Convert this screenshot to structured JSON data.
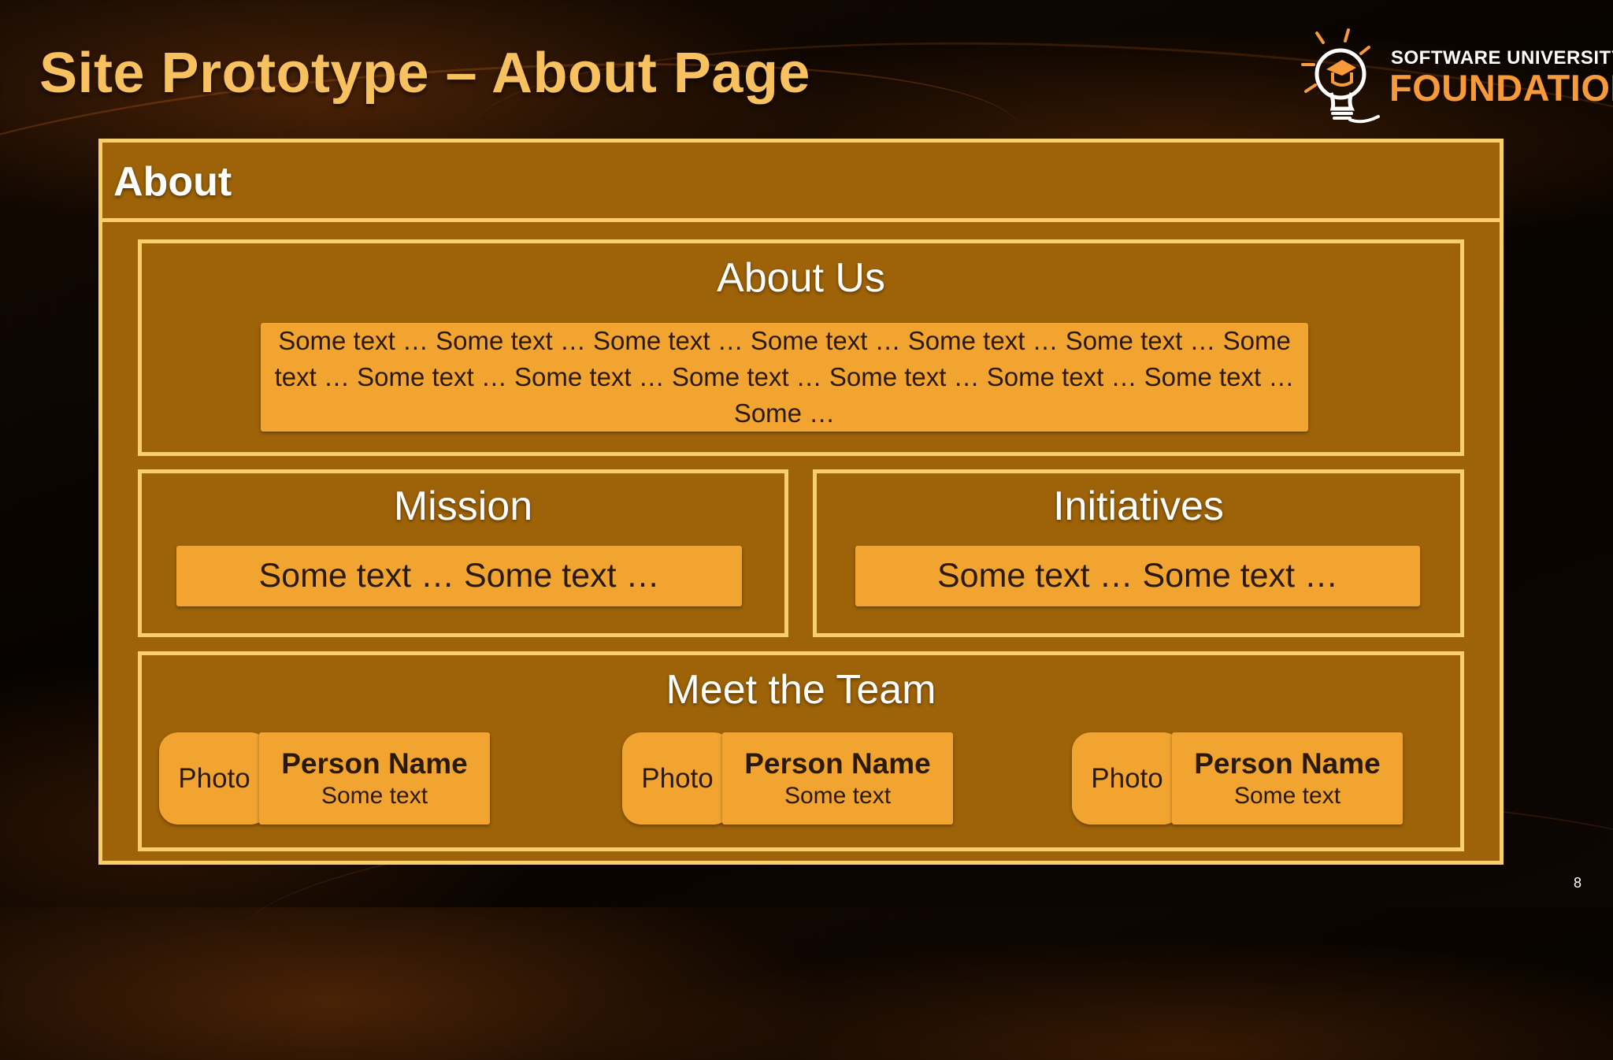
{
  "slide": {
    "title": "Site Prototype – About Page",
    "page_number": "8"
  },
  "logo": {
    "line1": "SOFTWARE UNIVERSITY",
    "line2": "FOUNDATION"
  },
  "prototype": {
    "header_label": "About",
    "about_us": {
      "title": "About Us",
      "text": "Some text … Some text … Some text … Some text … Some text … Some text … Some text … Some text … Some text … Some text … Some text … Some text … Some text … Some …"
    },
    "mission": {
      "title": "Mission",
      "text": "Some text … Some text …"
    },
    "initiatives": {
      "title": "Initiatives",
      "text": "Some text … Some text …"
    },
    "team": {
      "title": "Meet the Team",
      "members": [
        {
          "photo_label": "Photo",
          "name": "Person Name",
          "text": "Some text"
        },
        {
          "photo_label": "Photo",
          "name": "Person Name",
          "text": "Some text"
        },
        {
          "photo_label": "Photo",
          "name": "Person Name",
          "text": "Some text"
        }
      ]
    }
  },
  "colors": {
    "title": "#f8c160",
    "frame_fill": "#9e6308",
    "frame_border": "#f8cf6a",
    "box_fill": "#f2a431",
    "logo_accent": "#f79a3a"
  }
}
